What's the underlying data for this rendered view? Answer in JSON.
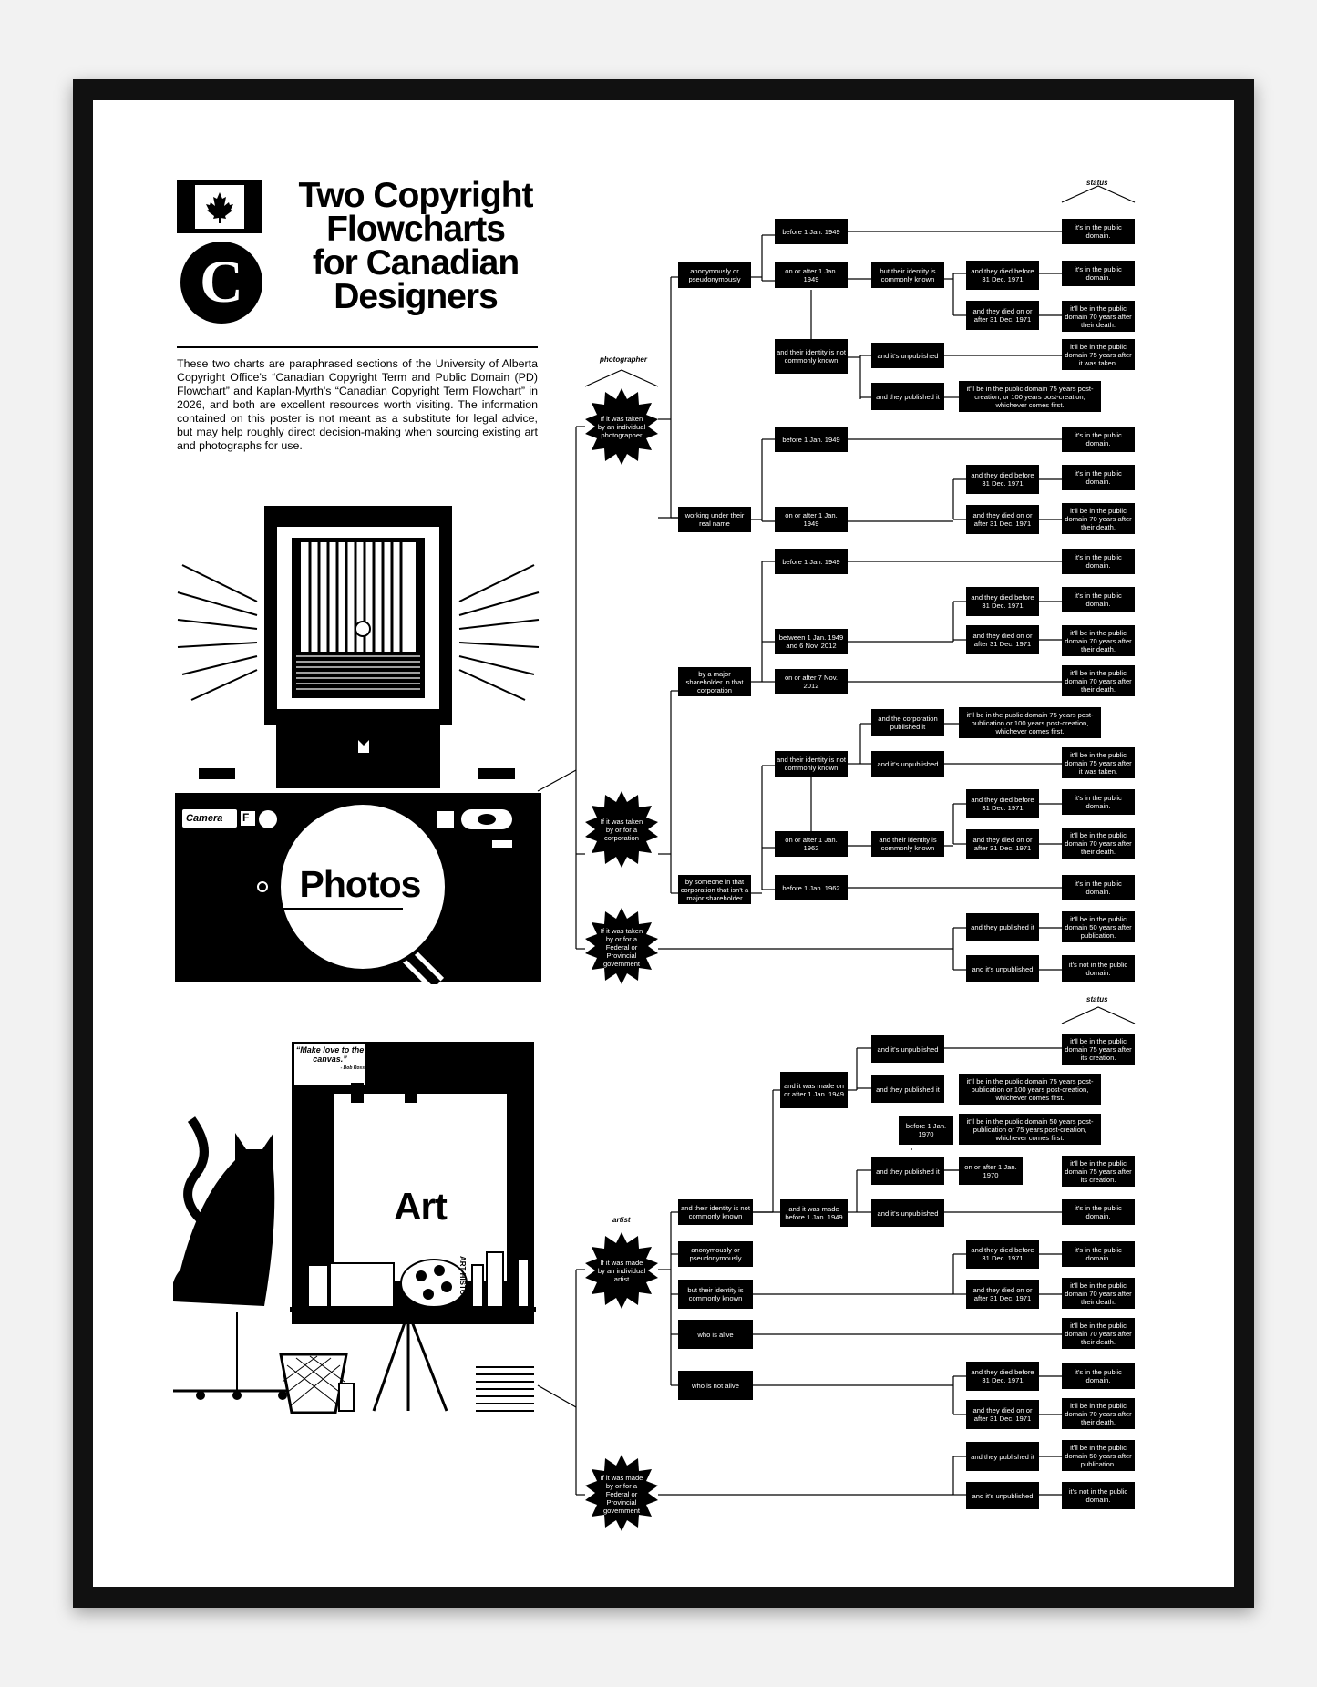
{
  "poster": {
    "title_lines": [
      "Two Copyright",
      "Flowcharts",
      "for Canadian",
      "Designers"
    ],
    "intro": "These two charts are paraphrased sections of the University of Alberta Copyright Office's “Canadian Copyright Term and Public Domain (PD) Flowchart” and Kaplan-Myrth's “Canadian Copyright Term Flowchart” in 2026, and both are excellent resources worth visiting. The information contained on this poster is not meant as a substitute for legal advice, but may help roughly direct decision-making when sourcing existing art and photographs for use.",
    "copyright_symbol": "C"
  },
  "photos": {
    "label": "Photos",
    "camera_brand": "Camera",
    "camera_badge": "F",
    "status_label": "status",
    "role_label": "photographer",
    "stars": [
      "If it was taken by an individual photographer",
      "If it was taken by or for a corporation",
      "If it was taken by or for a Federal or Provincial government"
    ],
    "nodes": {
      "anon": "anonymously or pseudonymously",
      "real": "working under their real name",
      "major": "by a major shareholder in that corporation",
      "minor": "by someone in that corporation that isn't a major shareholder",
      "b1949_a": "before 1 Jan. 1949",
      "a1949_a": "on or after 1 Jan. 1949",
      "known_a": "but their identity is commonly known",
      "died_b_a": "and they died before 31 Dec. 1971",
      "died_a_a": "and they died on or after 31 Dec. 1971",
      "notknown_a": "and their identity is not commonly known",
      "unpub_a": "and it's unpublished",
      "pub_a": "and they published it",
      "b1949_b": "before 1 Jan. 1949",
      "a1949_b": "on or after 1 Jan. 1949",
      "died_b_b": "and they died before 31 Dec. 1971",
      "died_a_b": "and they died on or after 31 Dec. 1971",
      "b1949_c": "before 1 Jan. 1949",
      "between_c": "between 1 Jan. 1949 and 6 Nov. 2012",
      "died_b_c": "and they died before 31 Dec. 1971",
      "died_a_c": "and they died on or after 31 Dec. 1971",
      "a2012_c": "on or after 7 Nov. 2012",
      "corp_pub_d": "and the corporation published it",
      "notknown_d": "and their identity is not commonly known",
      "unpub_d": "and it's unpublished",
      "a1962_d": "on or after 1 Jan. 1962",
      "known_d": "and their identity is commonly known",
      "died_b_d": "and they died before 31 Dec. 1971",
      "died_a_d": "and they died on or after 31 Dec. 1971",
      "b1962_d": "before 1 Jan. 1962",
      "gov_pub": "and they published it",
      "gov_unpub": "and it's unpublished"
    },
    "status": {
      "s1": "it's in the public domain.",
      "s2": "it's in the public domain.",
      "s3": "it'll be in the public domain 70 years after their death.",
      "s4": "it'll be in the public domain 75 years after it was taken.",
      "s5": "it'll be in the public domain 75 years post-creation, or 100 years post-creation, whichever comes first.",
      "s6": "it's in the public domain.",
      "s7": "it's in the public domain.",
      "s8": "it'll be in the public domain 70 years after their death.",
      "s9": "it's in the public domain.",
      "s10": "it's in the public domain.",
      "s11": "it'll be in the public domain 70 years after their death.",
      "s12": "it'll be in the public domain 70 years after their death.",
      "s13": "it'll be in the public domain 75 years post-publication or 100 years post-creation, whichever comes first.",
      "s14": "it'll be in the public domain 75 years after it was taken.",
      "s15": "it's in the public domain.",
      "s16": "it'll be in the public domain 70 years after their death.",
      "s17": "it's in the public domain.",
      "s18": "it'll be in the public domain 50 years after publication.",
      "s19": "it's not in the public domain."
    }
  },
  "art": {
    "label": "Art",
    "sign": "“Make love to the canvas.”",
    "sign_attr": "- Bob Ross",
    "book_spine": "ART HISTORY",
    "status_label": "status",
    "role_label": "artist",
    "stars": [
      "If it was made by an individual artist",
      "If it was made by or for a Federal or Provincial government"
    ],
    "nodes": {
      "notknown": "and their identity is not commonly known",
      "anon": "anonymously or pseudonymously",
      "known": "but their identity is commonly known",
      "alive": "who is alive",
      "notalive": "who is not alive",
      "after1949": "and it was made on or after 1 Jan. 1949",
      "before1949": "and it was made before 1 Jan. 1949",
      "unpub1": "and it's unpublished",
      "pub1": "and they published it",
      "b1970": "before 1 Jan. 1970",
      "pub2": "and they published it",
      "a1970": "on or after 1 Jan. 1970",
      "unpub2": "and it's unpublished",
      "died_b_1": "and they died before 31 Dec. 1971",
      "died_a_1": "and they died on or after 31 Dec. 1971",
      "died_b_2": "and they died before 31 Dec. 1971",
      "died_a_2": "and they died on or after 31 Dec. 1971",
      "gov_pub": "and they published it",
      "gov_unpub": "and it's unpublished"
    },
    "status": {
      "t1": "it'll be in the public domain 75 years after its creation.",
      "t2": "it'll be in the public domain 75 years post-publication or 100 years post-creation, whichever comes first.",
      "t3": "it'll be in the public domain 50 years post-publication or 75 years post-creation, whichever comes first.",
      "t4": "it'll be in the public domain 75 years after its creation.",
      "t5": "it's in the public domain.",
      "t6": "it's in the public domain.",
      "t7": "it'll be in the public domain 70 years after their death.",
      "t8": "it'll be in the public domain 70 years after their death.",
      "t9": "it's in the public domain.",
      "t10": "it'll be in the public domain 70 years after their death.",
      "t11": "it'll be in the public domain 50 years after publication.",
      "t12": "it's not in the public domain."
    }
  }
}
